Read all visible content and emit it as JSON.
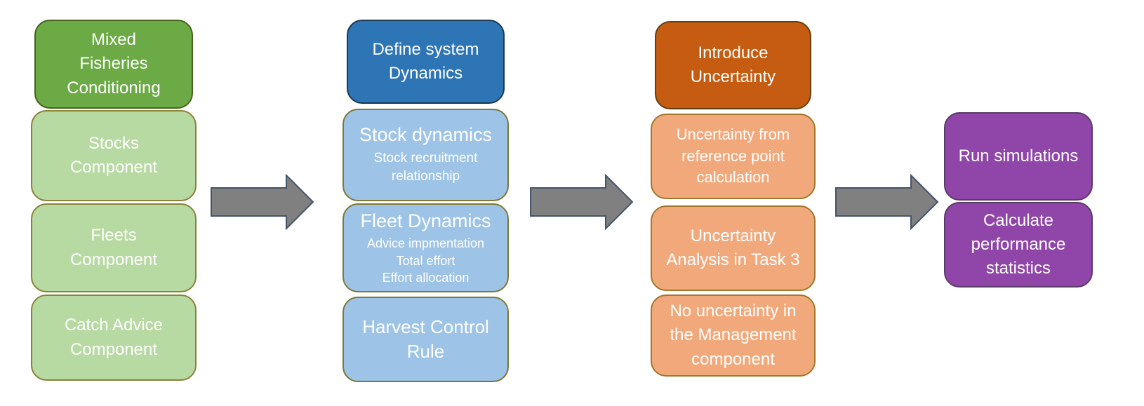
{
  "colors": {
    "green-dark": "#6CAA46",
    "green-dark-border": "#45631F",
    "green-light": "#B7D9A2",
    "green-light-border": "#8B8239",
    "blue-dark": "#2E75B6",
    "blue-dark-border": "#1C3A52",
    "blue-light": "#9DC3E6",
    "blue-light-border": "#7E7833",
    "orange-dark": "#C55C11",
    "orange-dark-border": "#63410F",
    "orange-light": "#F1A97C",
    "orange-light-border": "#A3762B",
    "purple": "#8F46A8",
    "purple-border": "#5A3B69",
    "arrow-fill": "#808080",
    "arrow-stroke": "#44546A",
    "text": "#FFFFFF"
  },
  "columns": [
    {
      "name": "mixed-fisheries-conditioning",
      "boxes": [
        {
          "text": "Mixed\nFisheries\nConditioning"
        },
        {
          "text": "Stocks\nComponent"
        },
        {
          "text": "Fleets\nComponent"
        },
        {
          "text": "Catch Advice\nComponent"
        }
      ]
    },
    {
      "name": "define-system-dynamics",
      "boxes": [
        {
          "text": "Define system\nDynamics"
        },
        {
          "title": "Stock dynamics",
          "subtitle": "Stock recruitment\nrelationship"
        },
        {
          "title": "Fleet Dynamics",
          "subtitle": "Advice impmentation\nTotal effort\nEffort allocation"
        },
        {
          "text": "Harvest Control\nRule"
        }
      ]
    },
    {
      "name": "introduce-uncertainty",
      "boxes": [
        {
          "text": "Introduce\nUncertainty"
        },
        {
          "text": "Uncertainty from\nreference point\ncalculation"
        },
        {
          "text": "Uncertainty\nAnalysis in Task 3"
        },
        {
          "text": "No uncertainty in\nthe Management\ncomponent"
        }
      ]
    },
    {
      "name": "simulation-outputs",
      "boxes": [
        {
          "text": "Run simulations"
        },
        {
          "text": "Calculate\nperformance\nstatistics"
        }
      ]
    }
  ]
}
